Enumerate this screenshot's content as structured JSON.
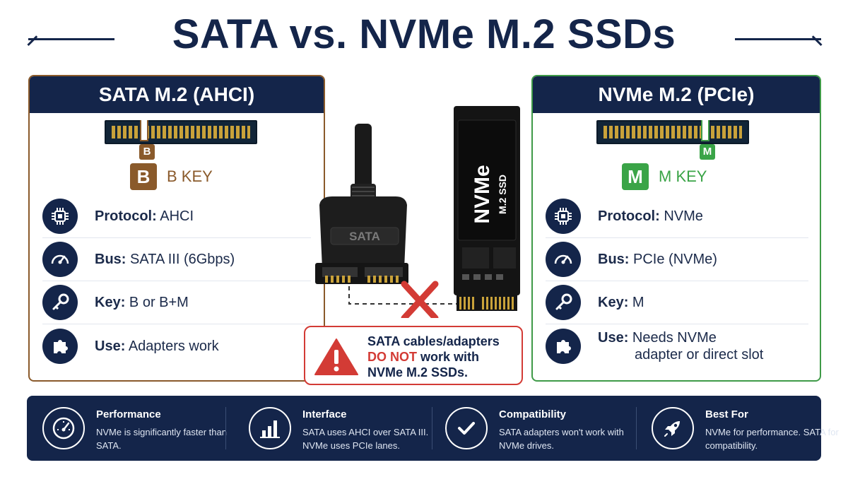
{
  "title": "SATA vs. NVMe M.2 SSDs",
  "sata_panel": {
    "heading": "SATA M.2 (AHCI)",
    "notch_letter": "B",
    "key_letter": "B",
    "key_label": "B KEY",
    "specs": [
      {
        "label": "Protocol:",
        "value": "AHCI",
        "icon": "chip-icon"
      },
      {
        "label": "Bus:",
        "value": "SATA III (6Gbps)",
        "icon": "speedometer-icon"
      },
      {
        "label": "Key:",
        "value": "B or B+M",
        "icon": "key-icon"
      },
      {
        "label": "Use:",
        "value": "Adapters work",
        "icon": "puzzle-icon"
      }
    ]
  },
  "nvme_panel": {
    "heading": "NVMe M.2 (PCIe)",
    "notch_letter": "M",
    "key_letter": "M",
    "key_label": "M KEY",
    "specs": [
      {
        "label": "Protocol:",
        "value": "NVMe",
        "icon": "chip-icon"
      },
      {
        "label": "Bus:",
        "value": "PCIe (NVMe)",
        "icon": "speedometer-icon"
      },
      {
        "label": "Key:",
        "value": "M",
        "icon": "key-icon"
      },
      {
        "label": "Use:",
        "value": "Needs NVMe",
        "value_line2": "adapter or direct slot",
        "icon": "puzzle-icon"
      }
    ]
  },
  "center": {
    "cable_label": "SATA",
    "ssd_label_main": "NVMe",
    "ssd_label_sub": "M.2 SSD",
    "warning_line1": "SATA cables/adapters",
    "warning_red": "DO NOT",
    "warning_line2_rest": " work with",
    "warning_line3": "NVMe M.2 SSDs."
  },
  "bottom_features": [
    {
      "title": "Performance",
      "desc": "NVMe is significantly faster than SATA.",
      "icon": "gauge-icon"
    },
    {
      "title": "Interface",
      "desc": "SATA uses AHCI over SATA III. NVMe uses PCIe lanes.",
      "icon": "bar-chart-icon"
    },
    {
      "title": "Compatibility",
      "desc": "SATA adapters won't work with NVMe drives.",
      "icon": "check-icon"
    },
    {
      "title": "Best For",
      "desc": "NVMe for performance. SATA for compatibility.",
      "icon": "rocket-icon"
    }
  ],
  "colors": {
    "navy": "#14254a",
    "sata_brown": "#8a5a2b",
    "nvme_green": "#3aa447",
    "warning_red": "#d33b35"
  }
}
